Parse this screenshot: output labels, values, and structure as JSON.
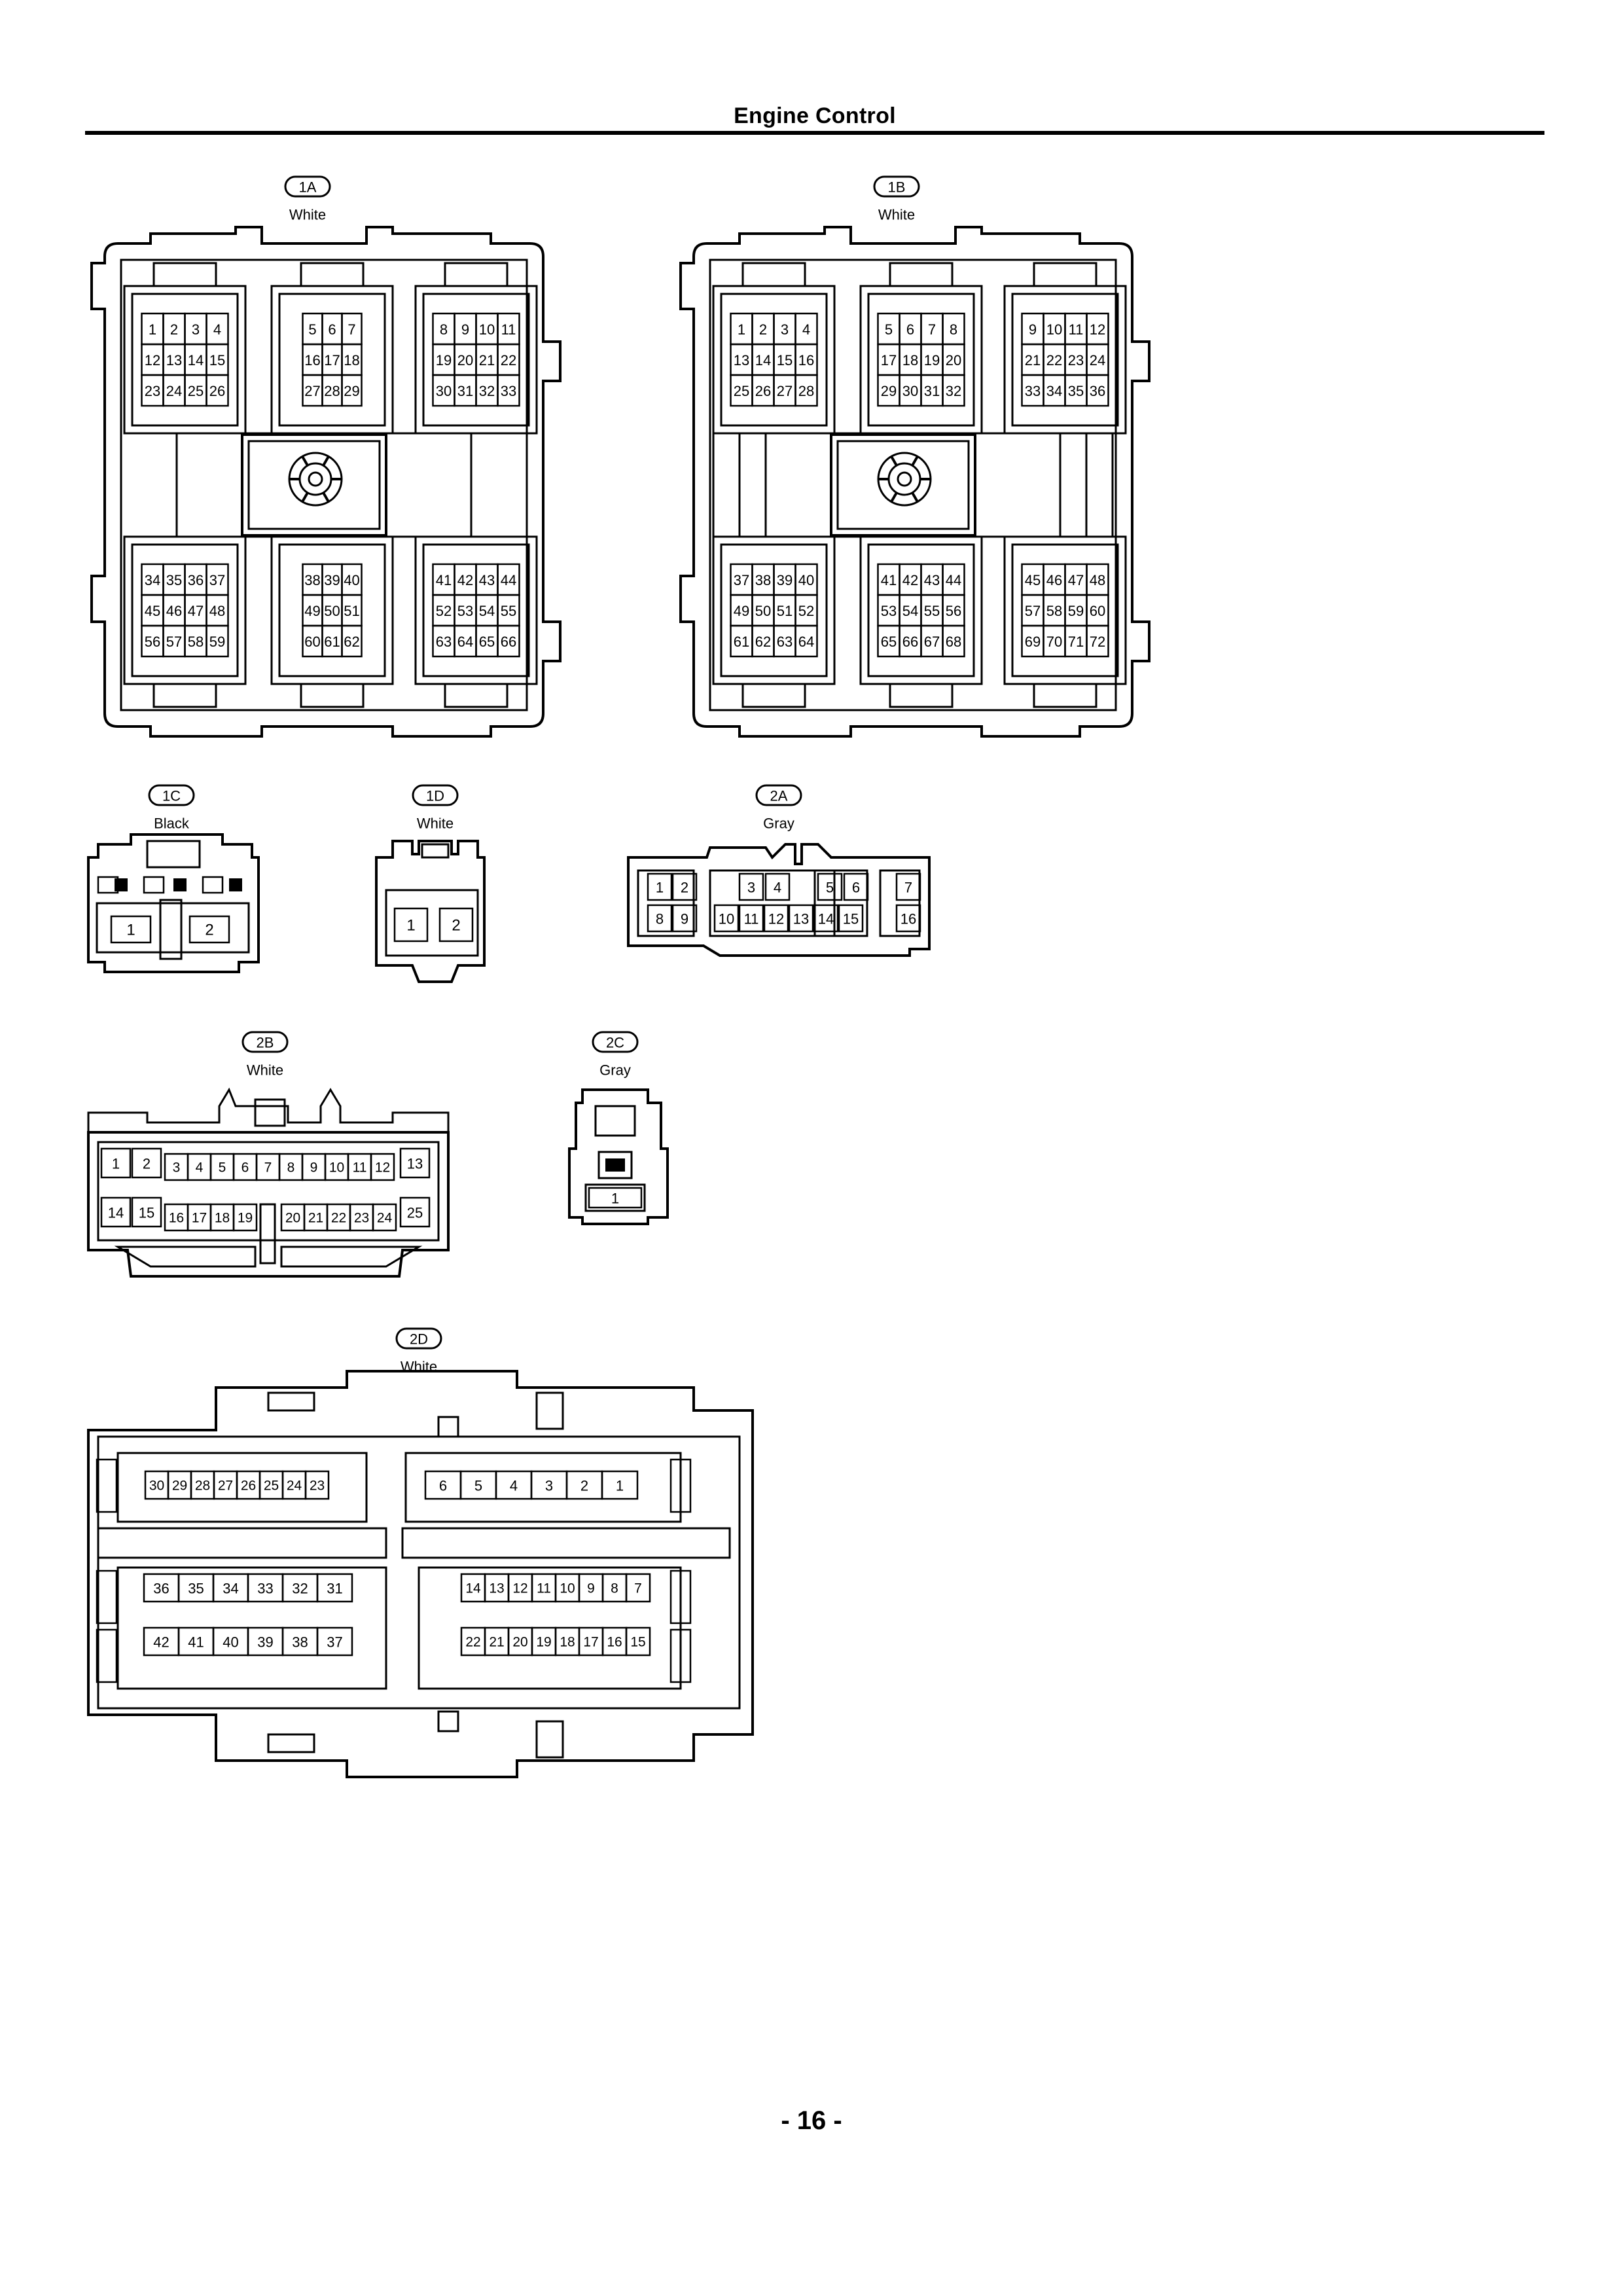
{
  "header": {
    "title": "Engine Control"
  },
  "footer": {
    "page_number": "- 16 -"
  },
  "connectors": [
    {
      "id": "1A",
      "color": "White",
      "top_groups": [
        [
          [
            "1",
            "2",
            "3",
            "4"
          ],
          [
            "12",
            "13",
            "14",
            "15"
          ],
          [
            "23",
            "24",
            "25",
            "26"
          ]
        ],
        [
          [
            "5",
            "6",
            "7"
          ],
          [
            "16",
            "17",
            "18"
          ],
          [
            "27",
            "28",
            "29"
          ]
        ],
        [
          [
            "8",
            "9",
            "10",
            "11"
          ],
          [
            "19",
            "20",
            "21",
            "22"
          ],
          [
            "30",
            "31",
            "32",
            "33"
          ]
        ]
      ],
      "bottom_groups": [
        [
          [
            "34",
            "35",
            "36",
            "37"
          ],
          [
            "45",
            "46",
            "47",
            "48"
          ],
          [
            "56",
            "57",
            "58",
            "59"
          ]
        ],
        [
          [
            "38",
            "39",
            "40"
          ],
          [
            "49",
            "50",
            "51"
          ],
          [
            "60",
            "61",
            "62"
          ]
        ],
        [
          [
            "41",
            "42",
            "43",
            "44"
          ],
          [
            "52",
            "53",
            "54",
            "55"
          ],
          [
            "63",
            "64",
            "65",
            "66"
          ]
        ]
      ]
    },
    {
      "id": "1B",
      "color": "White",
      "top_groups": [
        [
          [
            "1",
            "2",
            "3",
            "4"
          ],
          [
            "13",
            "14",
            "15",
            "16"
          ],
          [
            "25",
            "26",
            "27",
            "28"
          ]
        ],
        [
          [
            "5",
            "6",
            "7",
            "8"
          ],
          [
            "17",
            "18",
            "19",
            "20"
          ],
          [
            "29",
            "30",
            "31",
            "32"
          ]
        ],
        [
          [
            "9",
            "10",
            "11",
            "12"
          ],
          [
            "21",
            "22",
            "23",
            "24"
          ],
          [
            "33",
            "34",
            "35",
            "36"
          ]
        ]
      ],
      "bottom_groups": [
        [
          [
            "37",
            "38",
            "39",
            "40"
          ],
          [
            "49",
            "50",
            "51",
            "52"
          ],
          [
            "61",
            "62",
            "63",
            "64"
          ]
        ],
        [
          [
            "41",
            "42",
            "43",
            "44"
          ],
          [
            "53",
            "54",
            "55",
            "56"
          ],
          [
            "65",
            "66",
            "67",
            "68"
          ]
        ],
        [
          [
            "45",
            "46",
            "47",
            "48"
          ],
          [
            "57",
            "58",
            "59",
            "60"
          ],
          [
            "69",
            "70",
            "71",
            "72"
          ]
        ]
      ]
    },
    {
      "id": "1C",
      "color": "Black",
      "pins": [
        "1",
        "2"
      ]
    },
    {
      "id": "1D",
      "color": "White",
      "pins": [
        "1",
        "2"
      ]
    },
    {
      "id": "2A",
      "color": "Gray",
      "rows": [
        [
          "1",
          "2",
          "3",
          "4",
          "5",
          "6",
          "7"
        ],
        [
          "8",
          "9",
          "10",
          "11",
          "12",
          "13",
          "14",
          "15",
          "16"
        ]
      ]
    },
    {
      "id": "2B",
      "color": "White",
      "rows": [
        [
          "1",
          "2",
          "3",
          "4",
          "5",
          "6",
          "7",
          "8",
          "9",
          "10",
          "11",
          "12",
          "13"
        ],
        [
          "14",
          "15",
          "16",
          "17",
          "18",
          "19",
          "20",
          "21",
          "22",
          "23",
          "24",
          "25"
        ]
      ]
    },
    {
      "id": "2C",
      "color": "Gray",
      "pins": [
        "1"
      ]
    },
    {
      "id": "2D",
      "color": "White",
      "upper_left": [
        "30",
        "29",
        "28",
        "27",
        "26",
        "25",
        "24",
        "23"
      ],
      "upper_right": [
        "6",
        "5",
        "4",
        "3",
        "2",
        "1"
      ],
      "lower_left": [
        [
          "36",
          "35",
          "34",
          "33",
          "32",
          "31"
        ],
        [
          "42",
          "41",
          "40",
          "39",
          "38",
          "37"
        ]
      ],
      "lower_right": [
        [
          "14",
          "13",
          "12",
          "11",
          "10",
          "9",
          "8",
          "7"
        ],
        [
          "22",
          "21",
          "20",
          "19",
          "18",
          "17",
          "16",
          "15"
        ]
      ]
    }
  ]
}
